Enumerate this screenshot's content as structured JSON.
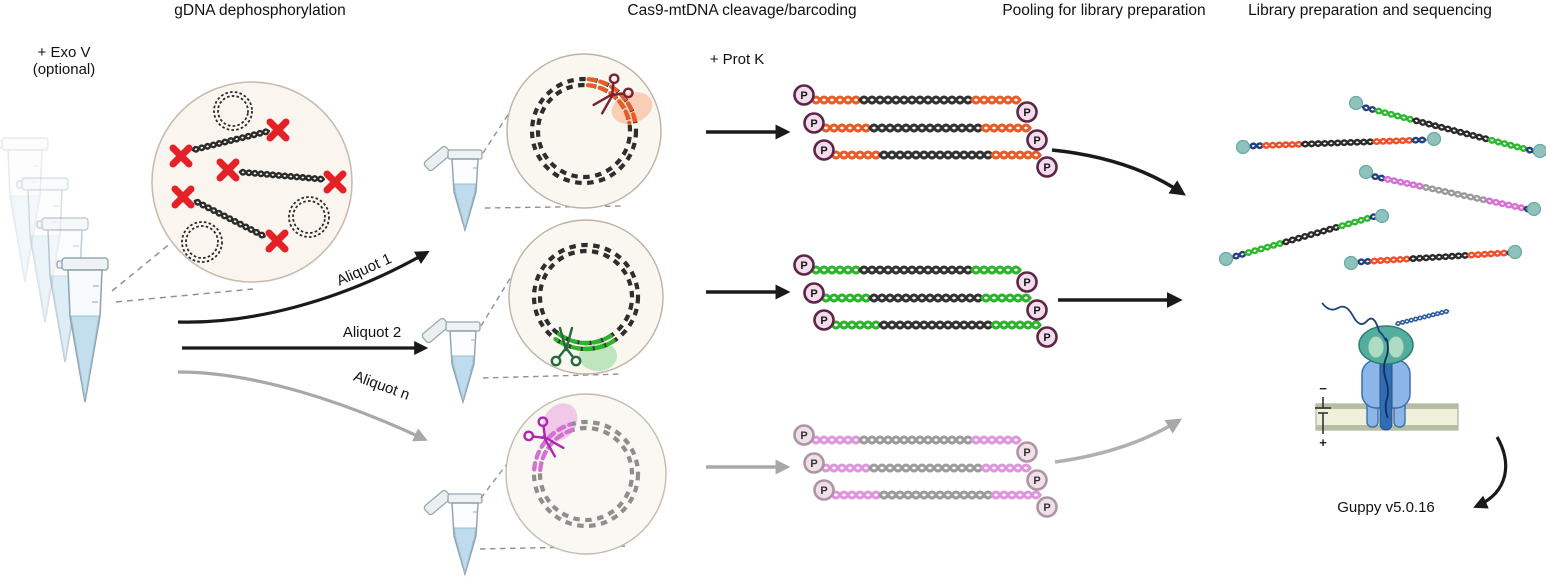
{
  "figure": {
    "stage_titles": [
      "gDNA dephosphorylation",
      "Cas9-mtDNA cleavage/barcoding",
      "Pooling for library preparation",
      "Library preparation and sequencing"
    ],
    "exo_note_line1": "+ Exo V",
    "exo_note_line2": "(optional)",
    "protk_note": "+ Prot K",
    "aliquot_labels": [
      "Aliquot 1",
      "Aliquot 2",
      "Aliquot n"
    ],
    "phosphate_label": "P",
    "basecaller_label": "Guppy v5.0.16",
    "electrode_negative": "−",
    "electrode_positive": "+"
  },
  "legend_colors": {
    "aliquot1_barcode_orange": "#e85c28",
    "aliquot2_barcode_green": "#2cb52c",
    "aliquotn_barcode_magenta": "#d66fd6",
    "mtdna_dark": "#2e2e2e",
    "mtdna_faded": "#8e8e8e",
    "blocked_end_x_red": "#e32126",
    "sequencing_adapter_navy": "#24407e",
    "adapter_bead_teal": "#8fc2bc",
    "tube_liquid_blue": "#c3dfee",
    "arrow_black": "#1a1a1a",
    "arrow_gray": "#a8a8a8"
  },
  "counts": {
    "input_tubes": 4,
    "aliquot_reactions": 3,
    "fragments_per_aliquot": 3,
    "pooled_reads": 5
  }
}
